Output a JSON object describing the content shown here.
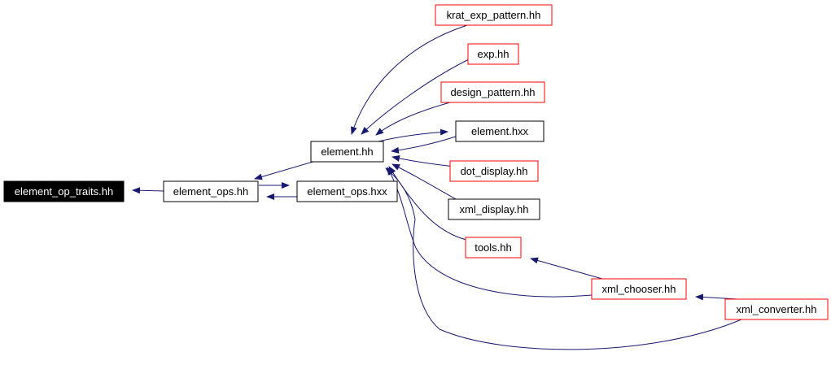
{
  "nodes": [
    {
      "id": "element_op_traits",
      "label": "element_op_traits.hh",
      "style": "focus"
    },
    {
      "id": "element_ops",
      "label": "element_ops.hh",
      "style": "normal"
    },
    {
      "id": "element_ops_hxx",
      "label": "element_ops.hxx",
      "style": "normal"
    },
    {
      "id": "element",
      "label": "element.hh",
      "style": "normal"
    },
    {
      "id": "krat_exp_pattern",
      "label": "krat_exp_pattern.hh",
      "style": "red"
    },
    {
      "id": "exp",
      "label": "exp.hh",
      "style": "red"
    },
    {
      "id": "design_pattern",
      "label": "design_pattern.hh",
      "style": "red"
    },
    {
      "id": "element_hxx",
      "label": "element.hxx",
      "style": "normal"
    },
    {
      "id": "dot_display",
      "label": "dot_display.hh",
      "style": "red"
    },
    {
      "id": "xml_display",
      "label": "xml_display.hh",
      "style": "normal"
    },
    {
      "id": "tools",
      "label": "tools.hh",
      "style": "red"
    },
    {
      "id": "xml_chooser",
      "label": "xml_chooser.hh",
      "style": "red"
    },
    {
      "id": "xml_converter",
      "label": "xml_converter.hh",
      "style": "red"
    }
  ],
  "edges": [
    {
      "from": "element_ops",
      "to": "element_op_traits"
    },
    {
      "from": "element",
      "to": "element_ops"
    },
    {
      "from": "element_ops",
      "to": "element_ops_hxx"
    },
    {
      "from": "element_ops_hxx",
      "to": "element_ops"
    },
    {
      "from": "krat_exp_pattern",
      "to": "element"
    },
    {
      "from": "exp",
      "to": "element"
    },
    {
      "from": "design_pattern",
      "to": "element"
    },
    {
      "from": "element",
      "to": "element_hxx"
    },
    {
      "from": "element_hxx",
      "to": "element"
    },
    {
      "from": "dot_display",
      "to": "element"
    },
    {
      "from": "xml_display",
      "to": "element"
    },
    {
      "from": "tools",
      "to": "element"
    },
    {
      "from": "xml_chooser",
      "to": "element"
    },
    {
      "from": "xml_converter",
      "to": "element"
    },
    {
      "from": "xml_chooser",
      "to": "tools"
    },
    {
      "from": "xml_converter",
      "to": "xml_chooser"
    }
  ],
  "colors": {
    "edge": "#191970",
    "red_border": "#ff0000",
    "normal_border": "#000000",
    "focus_fill": "#000000",
    "focus_text": "#ffffff",
    "text": "#000000"
  }
}
